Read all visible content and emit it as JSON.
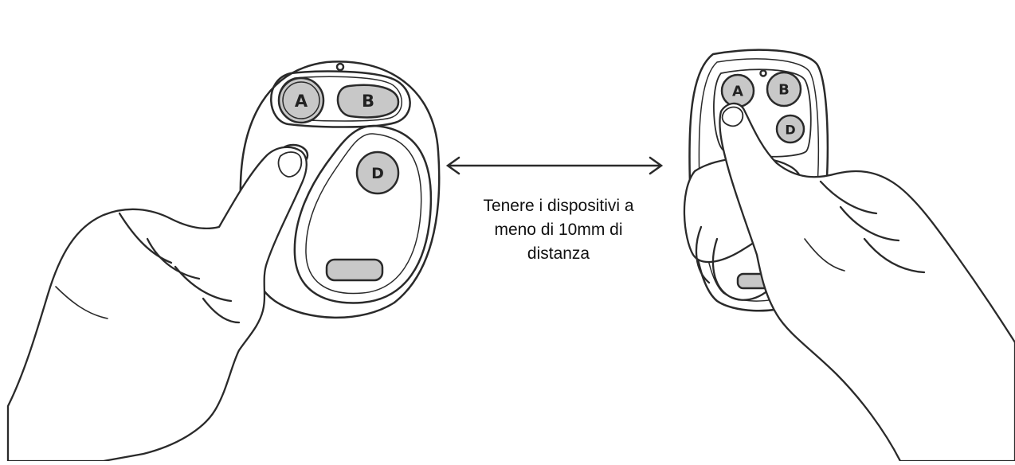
{
  "caption": {
    "lines": [
      "Tenere i dispositivi a",
      "meno di 10mm di",
      "distanza"
    ]
  },
  "left_remote": {
    "buttons": {
      "a": "A",
      "b": "B",
      "d": "D"
    }
  },
  "right_remote": {
    "buttons": {
      "a": "A",
      "b": "B",
      "d": "D"
    }
  },
  "colors": {
    "line": "#2a2a2a",
    "button_fill": "#c8c8c8",
    "background": "#ffffff"
  }
}
